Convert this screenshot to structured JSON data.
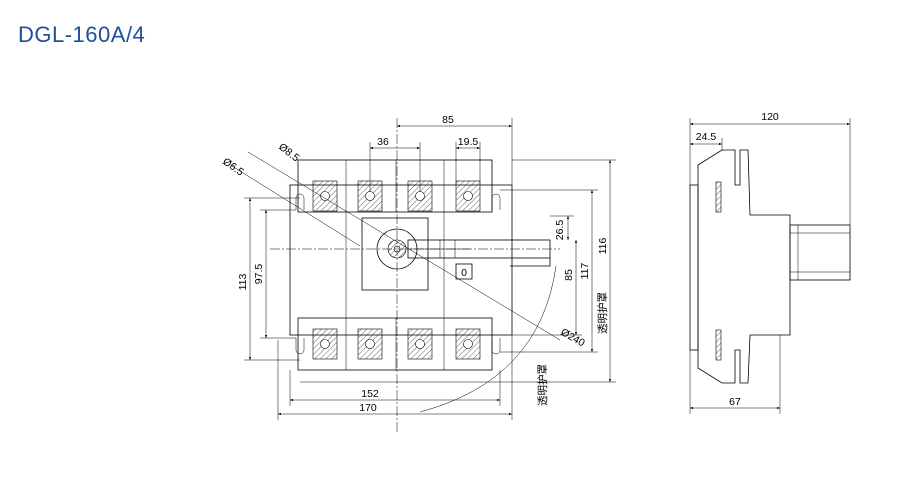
{
  "title": "DGL-160A/4",
  "indicator": "0",
  "cover_label": "透明护罩",
  "front": {
    "top_dims": {
      "overall_pitch": "85",
      "pole_pitch": "36",
      "terminal_width": "19.5"
    },
    "hole_dims": {
      "large_hole": "Ø8.5",
      "small_hole": "Ø6.5"
    },
    "left_dims": {
      "mount_outer": "113",
      "mount_inner": "97.5"
    },
    "right_dims": {
      "handle_offset": "26.5",
      "handle_height": "85",
      "body_height": "117",
      "cover_height": "116"
    },
    "radius": "Ø240",
    "bottom_dims": {
      "mount_width": "152",
      "overall_width": "170"
    }
  },
  "side": {
    "depth": "120",
    "front_offset": "24.5",
    "base_depth": "67"
  }
}
